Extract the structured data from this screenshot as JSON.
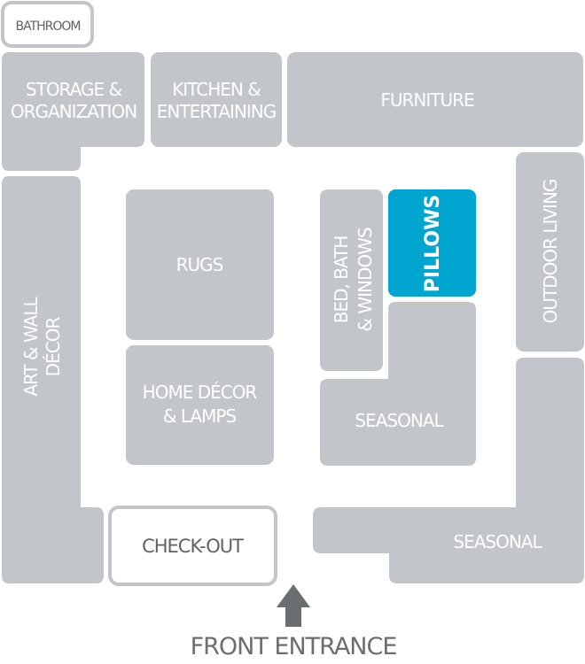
{
  "map": {
    "title": "Store Floor Plan",
    "highlight_color": "#00a6cf",
    "department_color": "#c2c5c9",
    "departments": {
      "bathroom": "BATHROOM",
      "storage": [
        "STORAGE &",
        "ORGANIZATION"
      ],
      "kitchen": [
        "KITCHEN &",
        "ENTERTAINING"
      ],
      "furniture": "FURNITURE",
      "outdoor_living": "OUTDOOR LIVING",
      "art_wall_decor": [
        "ART & WALL",
        "DÉCOR"
      ],
      "rugs": "RUGS",
      "home_decor": [
        "HOME DÉCOR",
        "& LAMPS"
      ],
      "bed_bath_windows": [
        "BED, BATH",
        "& WINDOWS"
      ],
      "pillows": "PILLOWS",
      "seasonal_center": "SEASONAL",
      "seasonal_corner": "SEASONAL",
      "checkout": "CHECK-OUT"
    },
    "highlighted": "PILLOWS",
    "entrance_label": "FRONT ENTRANCE",
    "entrance_icon": "up-arrow-icon"
  }
}
